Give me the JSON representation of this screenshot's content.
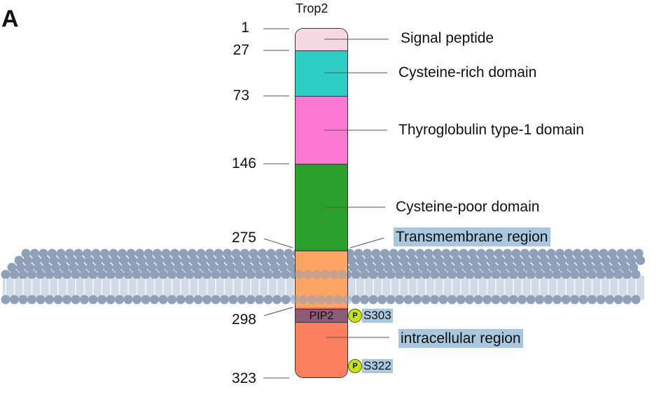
{
  "panel_label": "A",
  "protein": "Trop2",
  "positions": [
    "1",
    "27",
    "73",
    "146",
    "275",
    "298",
    "323"
  ],
  "domains": [
    {
      "name": "Signal peptide",
      "start": 1,
      "end": 27,
      "color": "#f6d8e2"
    },
    {
      "name": "Cysteine-rich domain",
      "start": 27,
      "end": 73,
      "color": "#2ecdc4"
    },
    {
      "name": "Thyroglobulin type-1 domain",
      "start": 73,
      "end": 146,
      "color": "#fb79d0"
    },
    {
      "name": "Cysteine-poor domain",
      "start": 146,
      "end": 275,
      "color": "#2a9f2a"
    },
    {
      "name": "Transmembrane region",
      "start": 275,
      "end": 298,
      "color": "#fca565"
    },
    {
      "name": "intracellular region",
      "start": 298,
      "end": 323,
      "color": "#fb7f5f"
    }
  ],
  "pip2_label": "PIP2",
  "phospho_symbol": "P",
  "phospho_sites": [
    "S303",
    "S322"
  ],
  "colors": {
    "membrane": "#8fa0b8",
    "membrane_tail": "#d3dbe7",
    "pip2": "#8d5a78",
    "highlight": "#a9c7df"
  }
}
